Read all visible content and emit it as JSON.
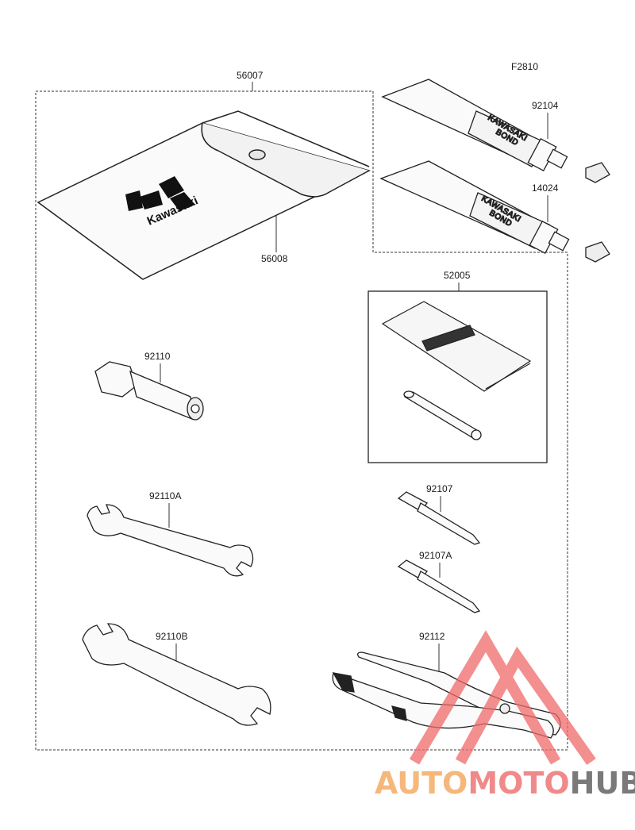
{
  "figure_code": "F2810",
  "part_numbers": {
    "kit_case": "56007",
    "bag": "56008",
    "bond_1": "92104",
    "bond_2": "14024",
    "repair_kit": "52005",
    "socket": "92110",
    "wrench_a": "92110A",
    "wrench_b": "92110B",
    "screwdriver": "92107",
    "screwdriver_a": "92107A",
    "pliers": "92112"
  },
  "logo_text": "Kawasaki",
  "tube_brand_line1": "KAWASAKI",
  "tube_brand_line2": "BOND",
  "watermark": {
    "part1": "AUTO",
    "part2": "MOTO",
    "part3": "HUB",
    "colors": {
      "auto": "#f5b87a",
      "moto": "#f08a8a",
      "hub": "#7a7a7a",
      "triangle": "#f06a6a"
    }
  }
}
